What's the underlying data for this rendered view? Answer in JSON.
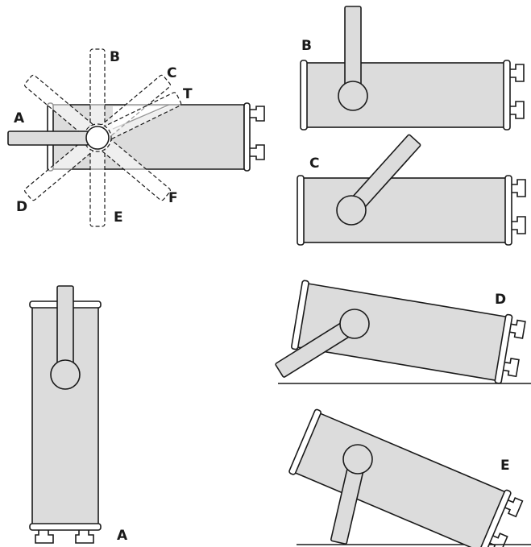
{
  "figure": {
    "overview_labels": {
      "A": "A",
      "B": "B",
      "C": "C",
      "T": "T",
      "D": "D",
      "E": "E",
      "F": "F"
    },
    "panel_labels": {
      "B": "B",
      "C": "C",
      "A": "A",
      "D": "D",
      "E": "E"
    },
    "colors": {
      "body_fill": "#dcdcdc",
      "outline": "#1a1a1a",
      "background": "#ffffff"
    }
  }
}
